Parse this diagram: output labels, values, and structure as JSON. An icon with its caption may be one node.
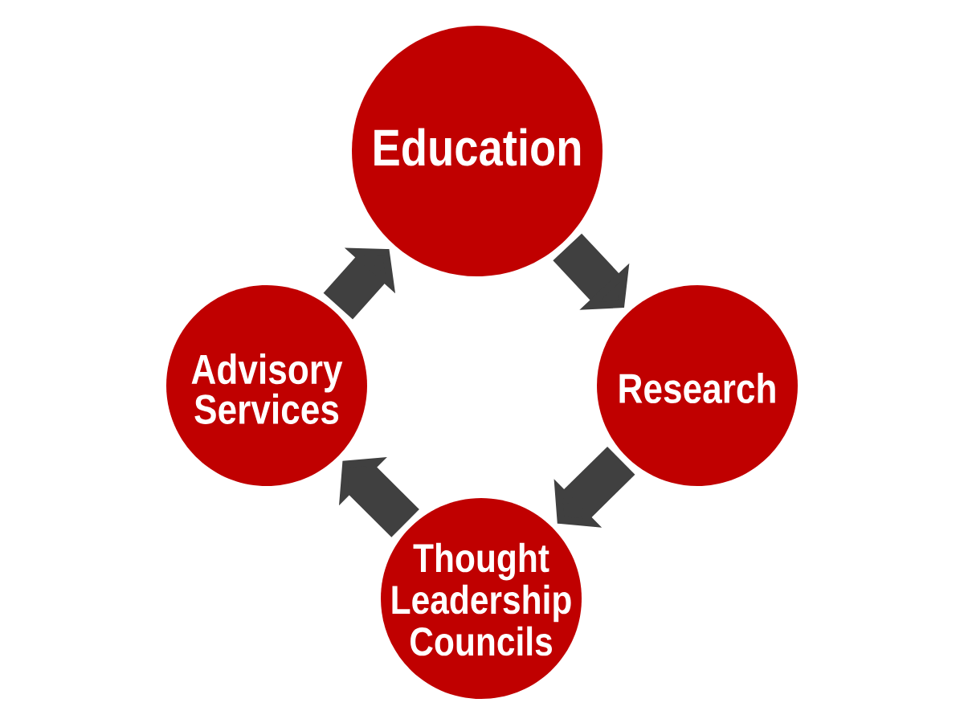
{
  "diagram": {
    "nodes": [
      {
        "text": [
          "Education"
        ]
      },
      {
        "text": [
          "Research"
        ]
      },
      {
        "text": [
          "Thought Leadership Councils"
        ]
      },
      {
        "text": [
          "Advisory Services"
        ]
      }
    ],
    "edges": [
      {
        "from": 0,
        "to": 1,
        "arrow": "to"
      },
      {
        "from": 1,
        "to": 2,
        "arrow": "to"
      },
      {
        "from": 2,
        "to": 3,
        "arrow": "to"
      },
      {
        "from": 3,
        "to": 0,
        "arrow": "to"
      }
    ]
  }
}
